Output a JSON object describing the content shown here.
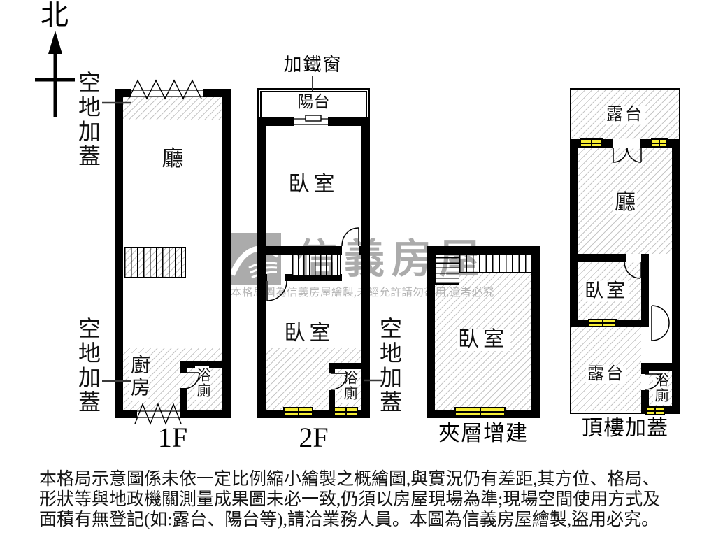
{
  "compass": {
    "north": "北"
  },
  "annotations": {
    "vacant_top_left": "空地加蓋",
    "vacant_bottom_left": "空地加蓋",
    "vacant_right": "空地加蓋",
    "iron_window": "加鐵窗"
  },
  "floor_1f": {
    "label": "1F",
    "living": "廳",
    "kitchen": "廚房",
    "bath": "浴廁"
  },
  "floor_2f": {
    "label": "2F",
    "balcony": "陽台",
    "bedroom_upper": "臥室",
    "bedroom_lower": "臥室",
    "bath": "浴廁"
  },
  "floor_mezzanine": {
    "label": "夾層增建",
    "bedroom": "臥室"
  },
  "floor_rooftop": {
    "label": "頂樓加蓋",
    "terrace_top": "露台",
    "living": "廳",
    "bedroom": "臥室",
    "terrace_bottom": "露台",
    "bath": "浴廁"
  },
  "watermark": {
    "brand": "信義房屋",
    "notice": "本格局圖為信義房屋繪製,未經允許請勿盜用,違者必究"
  },
  "disclaimer": {
    "line1": "本格局示意圖係未依一定比例縮小繪製之概繪圖,與實況仍有差距,其方位、格局、",
    "line2": "形狀等與地政機關測量成果圖未必一致,仍須以房屋現場為準;現場空間使用方式及",
    "line3": "面積有無登記(如:露台、陽台等),請洽業務人員。本圖為信義房屋繪製,盜用必究。"
  },
  "colors": {
    "wall": "#000000",
    "hatch": "#c6c6c6",
    "window": "#f6ed34",
    "watermark": "#ababab"
  }
}
